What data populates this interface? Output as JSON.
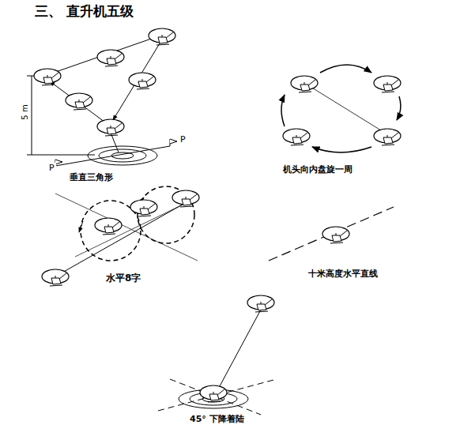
{
  "diagram": {
    "title": "三、 直升机五级",
    "labels": [
      "5 m",
      "P",
      "P",
      "垂直三角形",
      "机头向内盘旋一周",
      "水平8字",
      "十米高度水平直线",
      "45° 下降着陆"
    ]
  }
}
